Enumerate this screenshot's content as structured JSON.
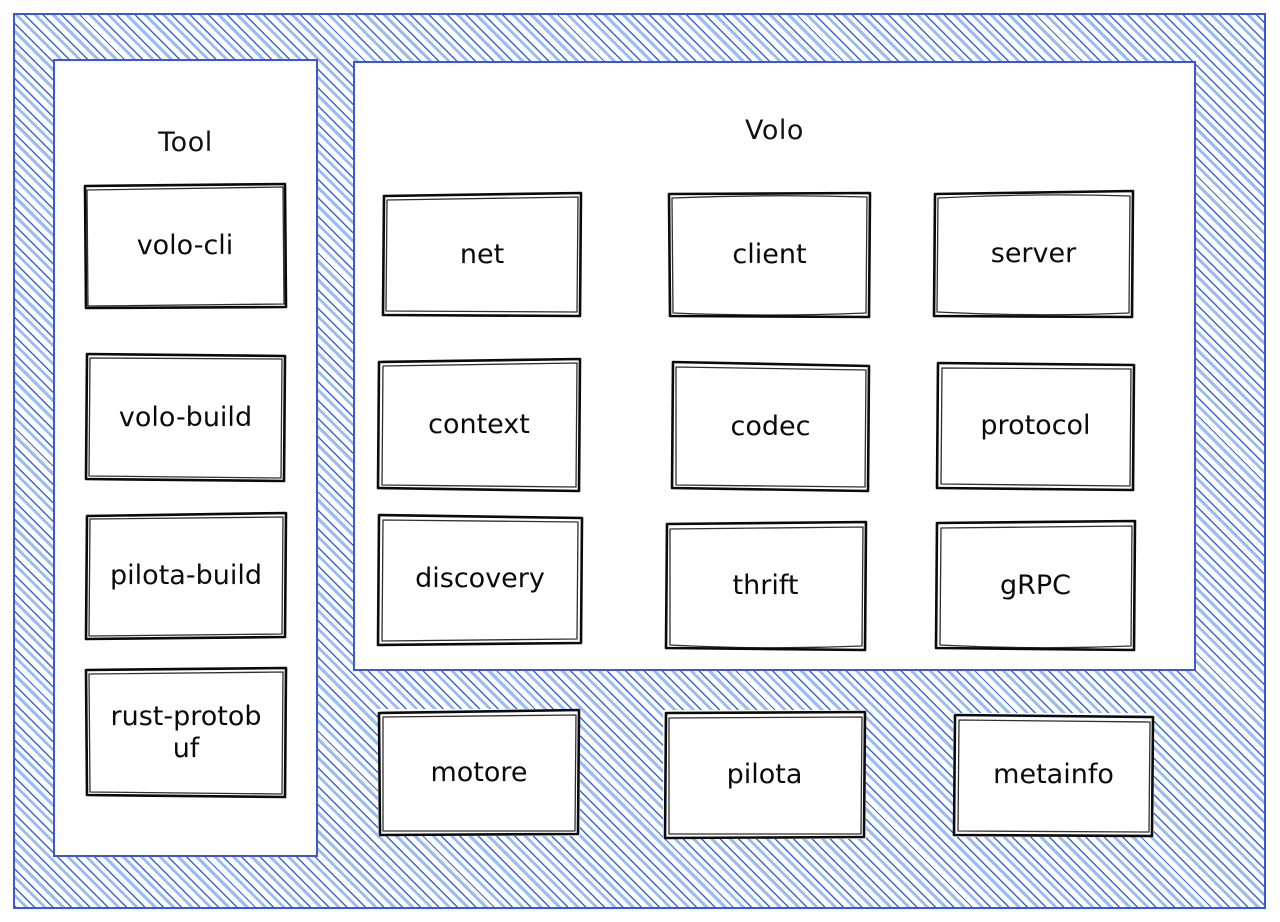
{
  "diagram": {
    "title_hidden": "",
    "colors": {
      "frame_border": "#3b57d8",
      "panel_border": "#4055cf",
      "hatch_dark": "#2b5cde",
      "hatch_light": "#78a5eb",
      "node_stroke": "#0a0a0a",
      "text": "#0a0a0a",
      "background": "#ffffff"
    },
    "outer_frame": {
      "name": "root-hatched-frame"
    },
    "panels": [
      {
        "id": "tool",
        "title": "Tool",
        "nodes": [
          {
            "id": "volo-cli",
            "label": "volo-cli"
          },
          {
            "id": "volo-build",
            "label": "volo-build"
          },
          {
            "id": "pilota-build",
            "label": "pilota-build"
          },
          {
            "id": "rust-protobuf",
            "label": "rust-protob\nuf"
          }
        ]
      },
      {
        "id": "volo",
        "title": "Volo",
        "nodes": [
          {
            "id": "net",
            "label": "net"
          },
          {
            "id": "client",
            "label": "client"
          },
          {
            "id": "server",
            "label": "server"
          },
          {
            "id": "context",
            "label": "context"
          },
          {
            "id": "codec",
            "label": "codec"
          },
          {
            "id": "protocol",
            "label": "protocol"
          },
          {
            "id": "discovery",
            "label": "discovery"
          },
          {
            "id": "thrift",
            "label": "thrift"
          },
          {
            "id": "grpc",
            "label": "gRPC"
          }
        ]
      }
    ],
    "base_nodes": [
      {
        "id": "motore",
        "label": "motore"
      },
      {
        "id": "pilota",
        "label": "pilota"
      },
      {
        "id": "metainfo",
        "label": "metainfo"
      }
    ]
  }
}
